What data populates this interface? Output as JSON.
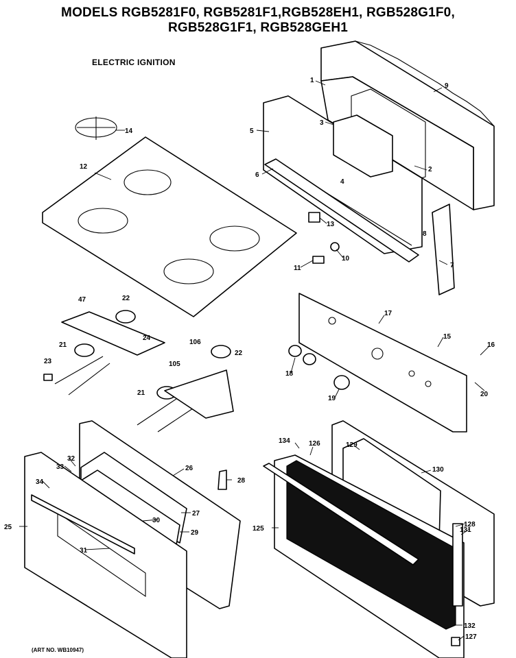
{
  "title_line1": "MODELS RGB5281F0, RGB5281F1,RGB528EH1, RGB528G1F0,",
  "title_line2": "RGB528G1F1, RGB528GEH1",
  "subtitle": "ELECTRIC IGNITION",
  "art_no": "(ART NO. WB10947)",
  "callouts": [
    "1",
    "2",
    "3",
    "4",
    "5",
    "6",
    "7",
    "8",
    "9",
    "10",
    "11",
    "12",
    "13",
    "14",
    "15",
    "16",
    "17",
    "18",
    "19",
    "20",
    "21",
    "21",
    "22",
    "22",
    "23",
    "24",
    "25",
    "26",
    "27",
    "28",
    "29",
    "30",
    "31",
    "32",
    "33",
    "34",
    "47",
    "105",
    "106",
    "125",
    "126",
    "127",
    "128",
    "129",
    "130",
    "131",
    "132",
    "134"
  ]
}
